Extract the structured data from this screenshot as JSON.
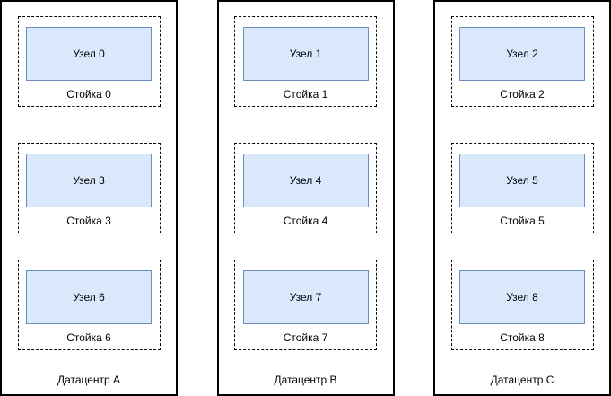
{
  "diagram": {
    "type": "datacenter-topology",
    "colors": {
      "node_fill": "#dae8fc",
      "node_border": "#6c8ebf",
      "container_border": "#000000",
      "background": "#ffffff"
    },
    "datacenters": [
      {
        "label": "Датацентр A",
        "racks": [
          {
            "rack_label": "Стойка 0",
            "node_label": "Узел 0"
          },
          {
            "rack_label": "Стойка 3",
            "node_label": "Узел 3"
          },
          {
            "rack_label": "Стойка 6",
            "node_label": "Узел 6"
          }
        ]
      },
      {
        "label": "Датацентр B",
        "racks": [
          {
            "rack_label": "Стойка 1",
            "node_label": "Узел 1"
          },
          {
            "rack_label": "Стойка 4",
            "node_label": "Узел 4"
          },
          {
            "rack_label": "Стойка 7",
            "node_label": "Узел 7"
          }
        ]
      },
      {
        "label": "Датацентр C",
        "racks": [
          {
            "rack_label": "Стойка 2",
            "node_label": "Узел 2"
          },
          {
            "rack_label": "Стойка 5",
            "node_label": "Узел 5"
          },
          {
            "rack_label": "Стойка 8",
            "node_label": "Узел 8"
          }
        ]
      }
    ]
  }
}
